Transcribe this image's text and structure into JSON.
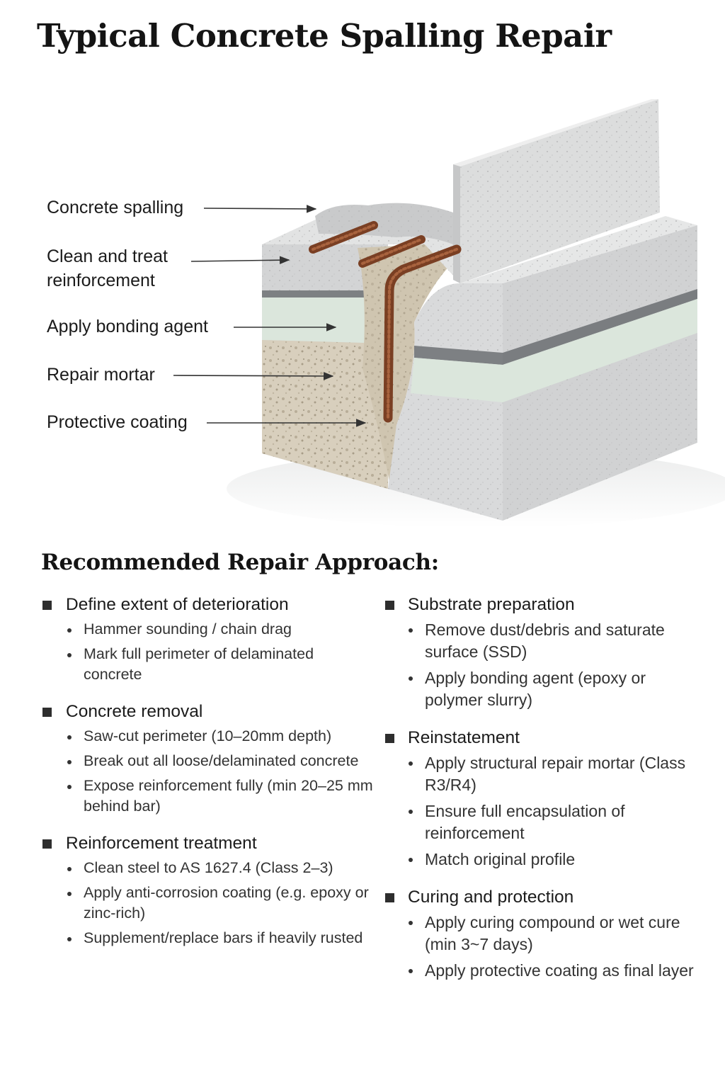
{
  "title": "Typical Concrete Spalling Repair",
  "callouts": [
    {
      "id": "spalling",
      "lines": [
        "Concrete spalling"
      ]
    },
    {
      "id": "treat",
      "lines": [
        "Clean and treat",
        "reinforcement"
      ]
    },
    {
      "id": "bonding",
      "lines": [
        "Apply bonding agent"
      ]
    },
    {
      "id": "mortar",
      "lines": [
        "Repair mortar"
      ]
    },
    {
      "id": "coating",
      "lines": [
        "Protective coating"
      ]
    }
  ],
  "approach": {
    "title": "Recommended Repair Approach:",
    "left": [
      {
        "heading": "Define extent of deterioration",
        "items": [
          "Hammer sounding / chain drag",
          "Mark full perimeter of delaminated concrete"
        ]
      },
      {
        "heading": "Concrete removal",
        "items": [
          "Saw-cut perimeter (10–20mm depth)",
          "Break out all loose/delaminated concrete",
          "Expose reinforcement fully (min 20–25 mm behind bar)"
        ]
      },
      {
        "heading": "Reinforcement treatment",
        "items": [
          "Clean steel to AS 1627.4 (Class 2–3)",
          "Apply anti-corrosion coating (e.g. epoxy or zinc-rich)",
          "Supplement/replace bars if heavily rusted"
        ]
      }
    ],
    "right": [
      {
        "heading": "Substrate preparation",
        "items": [
          "Remove dust/debris and saturate surface (SSD)",
          "Apply bonding agent (epoxy or polymer slurry)"
        ]
      },
      {
        "heading": "Reinstatement",
        "items": [
          "Apply structural repair mortar (Class R3/R4)",
          "Ensure full encapsulation of reinforcement",
          "Match original profile"
        ]
      },
      {
        "heading": "Curing and protection",
        "items": [
          "Apply curing compound or wet cure (min 3~7 days)",
          "Apply protective coating as final layer"
        ]
      }
    ]
  },
  "colors": {
    "concrete": "#d9dadb",
    "mortar": "#cfc5b0",
    "bonding_layer": "#dbe6dc",
    "rebar": "#8a4a2a",
    "ink": "#1b1b1b"
  }
}
